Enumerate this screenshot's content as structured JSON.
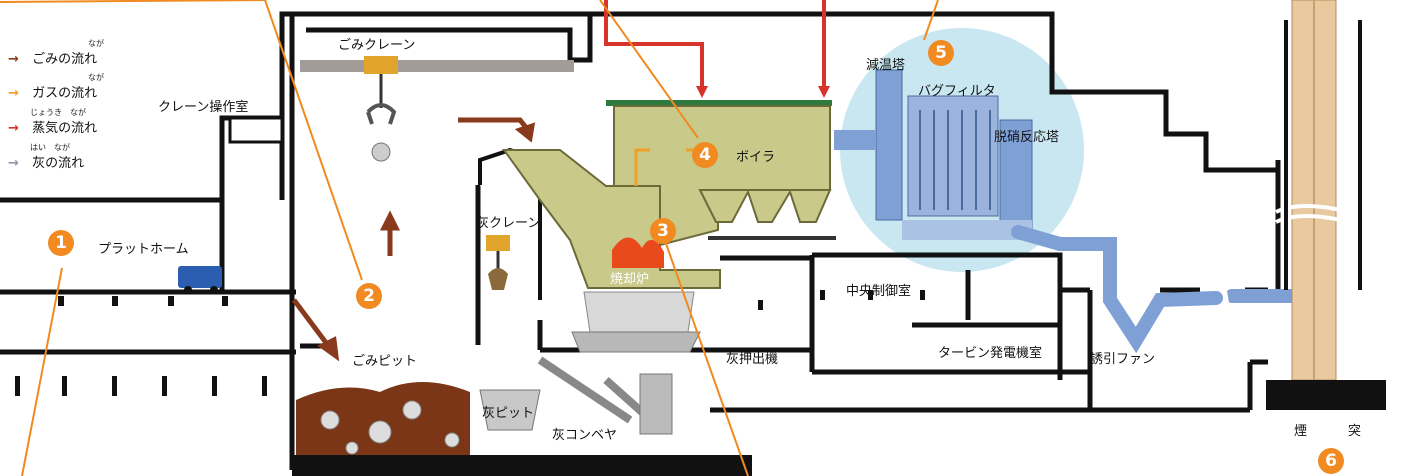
{
  "colors": {
    "garbage": "#8a3a1c",
    "gas": "#f0a028",
    "steam": "#d6332a",
    "ash": "#8a98a8",
    "accent": "#f08a21",
    "boiler": "#c9c98a",
    "pit": "#7a3616",
    "duct": "#7fa0d4",
    "filter_zone": "#bfe3ef",
    "chimney": "#e8c9a0"
  },
  "legend": [
    {
      "arrow": "→",
      "ruby": "なが",
      "label": "ごみの流れ",
      "color_key": "garbage"
    },
    {
      "arrow": "→",
      "ruby": "なが",
      "label": "ガスの流れ",
      "color_key": "gas"
    },
    {
      "arrow": "→",
      "ruby": "じょうき　なが",
      "label": "蒸気の流れ",
      "color_key": "steam"
    },
    {
      "arrow": "→",
      "ruby": "はい　なが",
      "label": "灰の流れ",
      "color_key": "ash"
    }
  ],
  "labels": {
    "platform": "プラットホーム",
    "crane_room": "クレーン操作室",
    "garbage_crane": "ごみクレーン",
    "garbage_pit": "ごみピット",
    "ash_crane": "灰クレーン",
    "ash_pit": "灰ピット",
    "ash_conveyor": "灰コンベヤ",
    "incinerator": "焼却炉",
    "boiler": "ボイラ",
    "cooling_tower": "減温塔",
    "bag_filter": "バグフィルタ",
    "denitration": "脱硝反応塔",
    "central_control": "中央制御室",
    "turbine_room": "タービン発電機室",
    "ash_extruder": "灰押出機",
    "induced_fan": "誘引ファン",
    "chimney_1": "煙",
    "chimney_2": "突"
  },
  "badges": [
    "1",
    "2",
    "3",
    "4",
    "5",
    "6"
  ]
}
